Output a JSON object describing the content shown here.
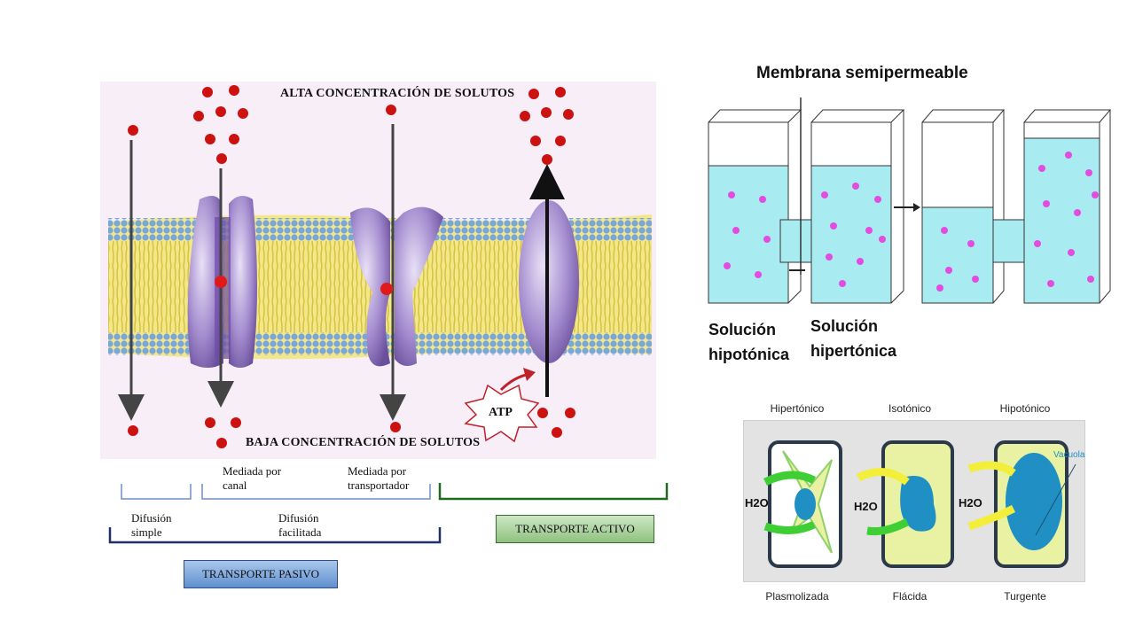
{
  "membrane": {
    "top_label": "ALTA CONCENTRACIÓN DE SOLUTOS",
    "bottom_label": "BAJA CONCENTRACIÓN DE SOLUTOS",
    "atp_label": "ATP",
    "mediada_canal": [
      "Mediada por",
      "canal"
    ],
    "mediada_transportador": [
      "Mediada por",
      "transportador"
    ],
    "difusion_simple": [
      "Difusión",
      "simple"
    ],
    "difusion_facilitada": [
      "Difusión",
      "facilitada"
    ],
    "transporte_pasivo": "TRANSPORTE PASIVO",
    "transporte_activo": "TRANSPORTE ACTIVO",
    "colors": {
      "solute": "#cc1111",
      "lipid_head": "#7aa7d9",
      "lipid_tail": "#e8d24a",
      "protein": "#9b7fc7",
      "pasivo_bracket": "#1f2f6b",
      "activo_bracket": "#1d6b1d"
    }
  },
  "osmosis": {
    "title": "Membrana semipermeable",
    "left_solution": [
      "Solución",
      "hipotónica"
    ],
    "right_solution": [
      "Solución",
      "hipertónica"
    ],
    "colors": {
      "water": "#a8ecf2",
      "solute": "#e24de0",
      "outline": "#333333"
    }
  },
  "cells": {
    "states": [
      {
        "top": "Hipertónico",
        "bottom": "Plasmolizada",
        "water": "H2O"
      },
      {
        "top": "Isotónico",
        "bottom": "Flácida",
        "water": "H2O"
      },
      {
        "top": "Hipotónico",
        "bottom": "Turgente",
        "water": "H2O"
      }
    ],
    "vacuola_label": "Vacuola",
    "colors": {
      "cytoplasm": "#e9f2a3",
      "vacuole": "#1f8fc4",
      "wall": "#2b3a4a",
      "arrow_green": "#3fcf34",
      "arrow_yellow": "#f3ee3a"
    }
  }
}
